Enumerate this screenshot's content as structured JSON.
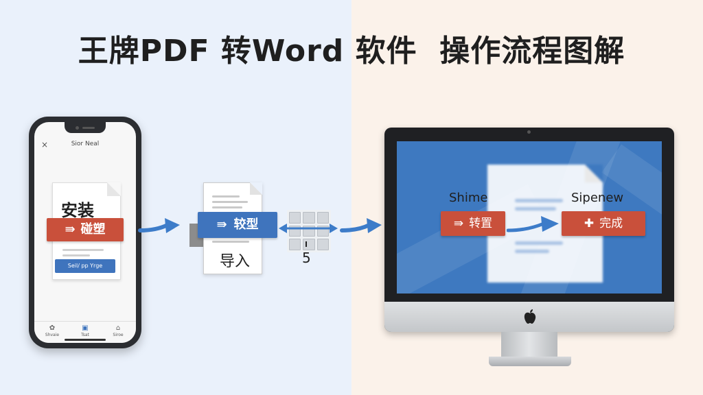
{
  "title": "王牌PDF 转Word 软件  操作流程图解",
  "phone": {
    "header": "Sior Neal",
    "close_glyph": "×",
    "doc_title": "安装",
    "red_button": {
      "glyph": "⇛",
      "label": "碰塑"
    },
    "blue_button": "Seil/ pp Yrge",
    "tabs": [
      {
        "icon": "✿",
        "label": "Shvaie"
      },
      {
        "icon": "▣",
        "label": "Tsat"
      },
      {
        "icon": "⌂",
        "label": "Siroe"
      }
    ]
  },
  "middle": {
    "blue_button": {
      "glyph": "⇛",
      "label": "较型"
    },
    "import_label": "导入",
    "grid_number": "5"
  },
  "monitor": {
    "label_left": "Shime",
    "label_right": "Sipenew",
    "convert_button": {
      "glyph": "⇛",
      "label": "转置"
    },
    "done_button": {
      "glyph": "✚",
      "label": "完成"
    },
    "logo_glyph": ""
  },
  "colors": {
    "accent_red": "#c9503b",
    "accent_blue": "#3f74bd",
    "arrow_blue": "#3d7cc9",
    "screen_blue": "#3e79c0"
  }
}
